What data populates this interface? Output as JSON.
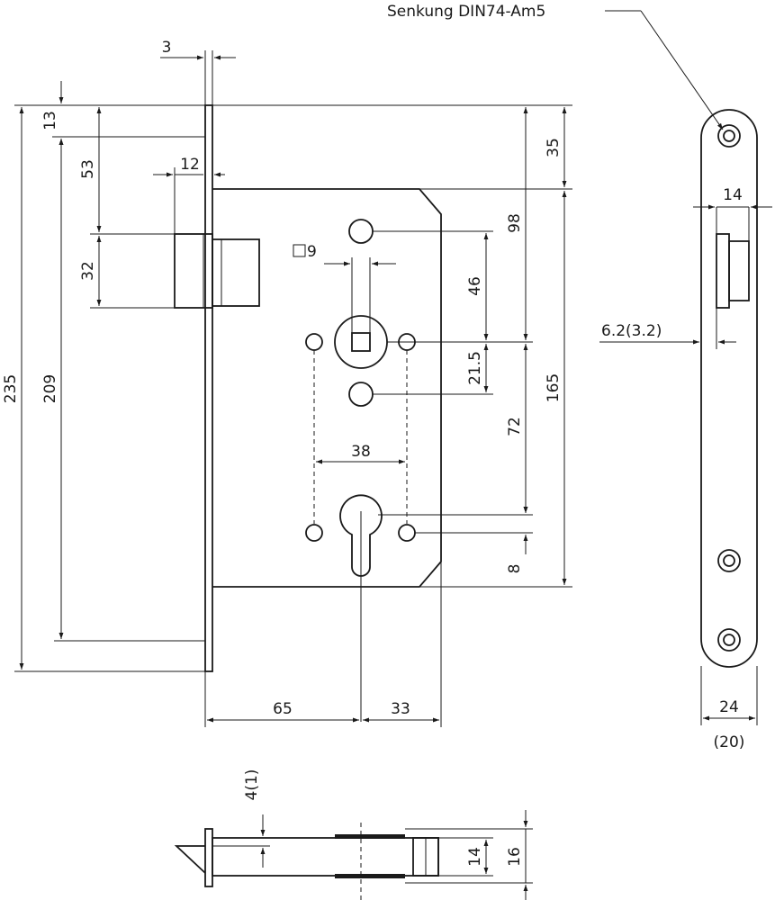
{
  "callout": {
    "label": "Senkung DIN74-Am5"
  },
  "dimensions": {
    "d3": "3",
    "d13": "13",
    "d12": "12",
    "d53": "53",
    "d32": "32",
    "d209": "209",
    "d235": "235",
    "d9": "9",
    "d35": "35",
    "d98": "98",
    "d46": "46",
    "d21_5": "21.5",
    "d165": "165",
    "d72": "72",
    "d38": "38",
    "d8": "8",
    "d65": "65",
    "d33": "33",
    "d14_side": "14",
    "d6_2": "6.2(3.2)",
    "d24": "24",
    "d20": "(20)",
    "d4_1": "4(1)",
    "d14_bottom": "14",
    "d16": "16"
  }
}
